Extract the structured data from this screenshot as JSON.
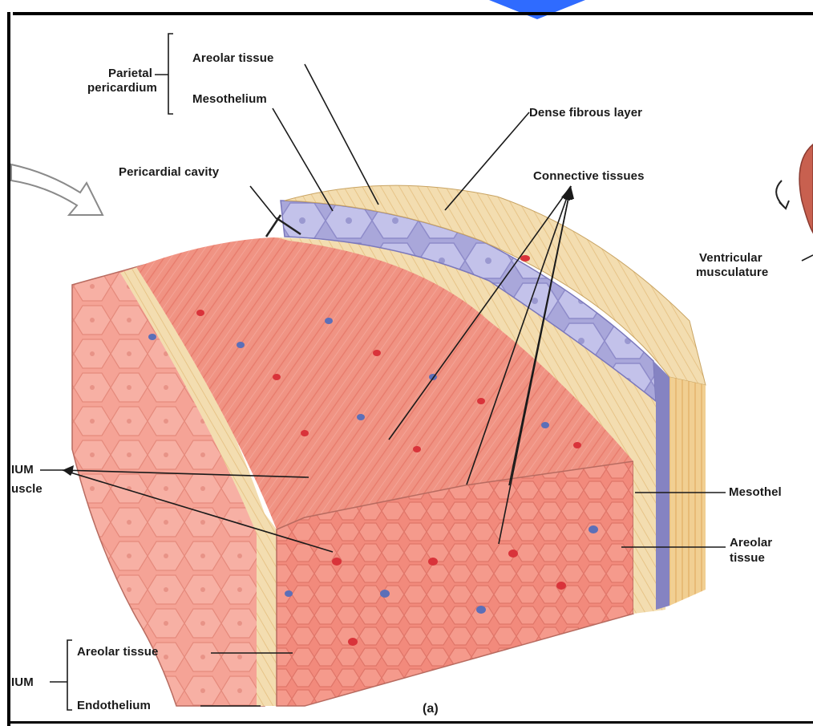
{
  "labels": {
    "parietal": "Parietal",
    "pericardium": "pericardium",
    "areolar_tissue_top": "Areolar tissue",
    "mesothelium_top": "Mesothelium",
    "dense_fibrous_layer": "Dense fibrous layer",
    "pericardial_cavity": "Pericardial cavity",
    "connective_tissues": "Connective tissues",
    "ventricular": "Ventricular",
    "musculature": "musculature",
    "ium_left": "IUM",
    "uscle_left": "uscle",
    "mesothel_right": "Mesothel",
    "areolar_right": "Areolar",
    "tissue_right": "tissue",
    "areolar_tissue_bottom": "Areolar tissue",
    "ium_bottom": "IUM",
    "endothelium": "Endothelium",
    "panel_letter": "(a)"
  },
  "colors": {
    "muscle": "#ef8f7f",
    "muscle_dark": "#d9685d",
    "cross_section": "#f28a7c",
    "fibrous_yellow": "#f3ddb0",
    "mesothelium_blue": "#b9b8e3",
    "nucleus_red": "#d9333a",
    "nucleus_blue": "#5c6fb8",
    "frame": "#000000",
    "accent_blue": "#2f6bff"
  }
}
